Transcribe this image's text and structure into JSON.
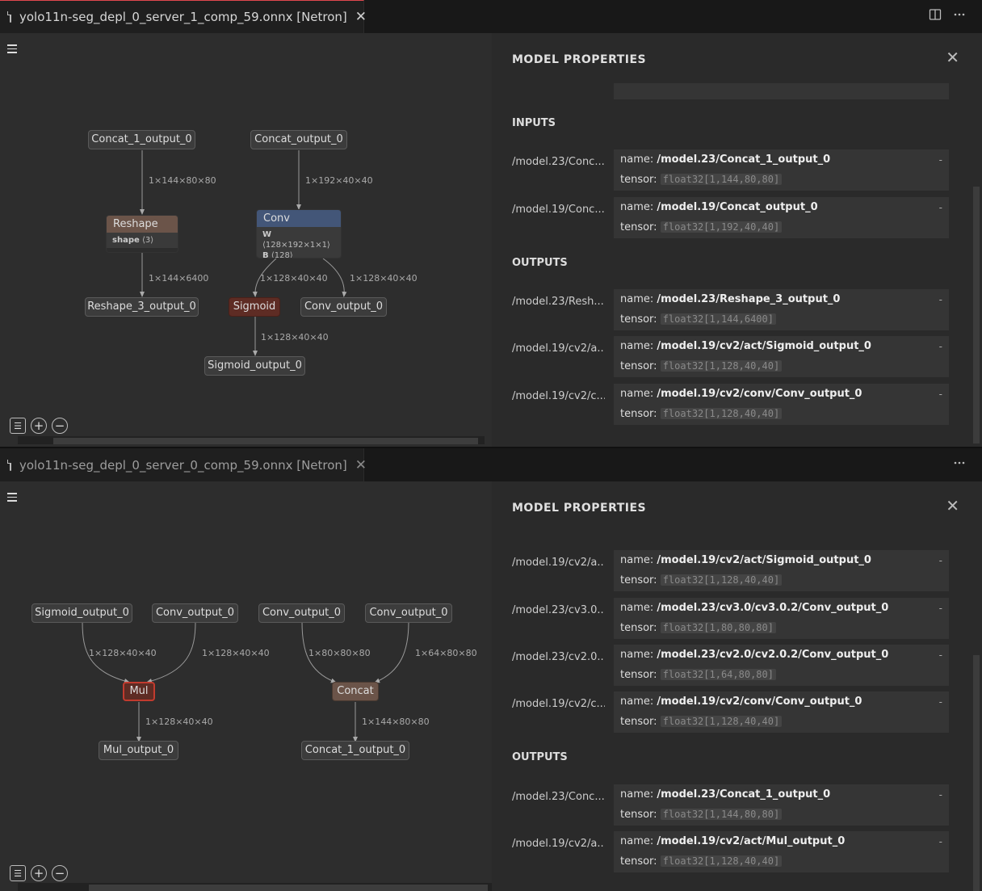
{
  "top": {
    "tab_title": "yolo11n-seg_depl_0_server_1_comp_59.onnx [Netron]",
    "tab_close": "✕",
    "graph": {
      "nodes": {
        "concat1_out": "Concat_1_output_0",
        "concat_out": "Concat_output_0",
        "reshape3_out": "Reshape_3_output_0",
        "sigmoid": "Sigmoid",
        "conv_out": "Conv_output_0",
        "sigmoid_out": "Sigmoid_output_0"
      },
      "reshape": {
        "title": "Reshape",
        "attr_key": "shape",
        "attr_val": "⟨3⟩"
      },
      "conv": {
        "title": "Conv",
        "w_key": "W",
        "w_val": "⟨128×192×1×1⟩",
        "b_key": "B",
        "b_val": "⟨128⟩"
      },
      "edges": {
        "e1": "1×144×80×80",
        "e2": "1×192×40×40",
        "e3": "1×144×6400",
        "e4": "1×128×40×40",
        "e5": "1×128×40×40",
        "e6": "1×128×40×40"
      },
      "colors": {
        "reshape": "#6b5449",
        "conv": "#435678",
        "sigmoid": "#5e2c24"
      }
    },
    "props": {
      "title": "MODEL PROPERTIES",
      "inputs_label": "INPUTS",
      "outputs_label": "OUTPUTS",
      "inputs": [
        {
          "short": "/model.23/Conc...",
          "name": "/model.23/Concat_1_output_0",
          "tensor": "float32[1,144,80,80]"
        },
        {
          "short": "/model.19/Conc...",
          "name": "/model.19/Concat_output_0",
          "tensor": "float32[1,192,40,40]"
        }
      ],
      "outputs": [
        {
          "short": "/model.23/Resh...",
          "name": "/model.23/Reshape_3_output_0",
          "tensor": "float32[1,144,6400]"
        },
        {
          "short": "/model.19/cv2/a...",
          "name": "/model.19/cv2/act/Sigmoid_output_0",
          "tensor": "float32[1,128,40,40]"
        },
        {
          "short": "/model.19/cv2/c...",
          "name": "/model.19/cv2/conv/Conv_output_0",
          "tensor": "float32[1,128,40,40]"
        }
      ]
    }
  },
  "bottom": {
    "tab_title": "yolo11n-seg_depl_0_server_0_comp_59.onnx [Netron]",
    "tab_close": "✕",
    "graph": {
      "nodes": {
        "sigmoid_out": "Sigmoid_output_0",
        "conv_out_a": "Conv_output_0",
        "conv_out_b": "Conv_output_0",
        "conv_out_c": "Conv_output_0",
        "mul": "Mul",
        "concat": "Concat",
        "mul_out": "Mul_output_0",
        "concat1_out": "Concat_1_output_0"
      },
      "edges": {
        "e1": "1×128×40×40",
        "e2": "1×128×40×40",
        "e3": "1×80×80×80",
        "e4": "1×64×80×80",
        "e5": "1×128×40×40",
        "e6": "1×144×80×80"
      },
      "colors": {
        "mul": "#5e2c24",
        "mul_border": "#c23b2e",
        "concat": "#6b5449"
      }
    },
    "props": {
      "title": "MODEL PROPERTIES",
      "outputs_label": "OUTPUTS",
      "inputs": [
        {
          "short": "/model.19/cv2/a...",
          "name": "/model.19/cv2/act/Sigmoid_output_0",
          "tensor": "float32[1,128,40,40]"
        },
        {
          "short": "/model.23/cv3.0...",
          "name": "/model.23/cv3.0/cv3.0.2/Conv_output_0",
          "tensor": "float32[1,80,80,80]"
        },
        {
          "short": "/model.23/cv2.0...",
          "name": "/model.23/cv2.0/cv2.0.2/Conv_output_0",
          "tensor": "float32[1,64,80,80]"
        },
        {
          "short": "/model.19/cv2/c...",
          "name": "/model.19/cv2/conv/Conv_output_0",
          "tensor": "float32[1,128,40,40]"
        }
      ],
      "outputs": [
        {
          "short": "/model.23/Conc...",
          "name": "/model.23/Concat_1_output_0",
          "tensor": "float32[1,144,80,80]"
        },
        {
          "short": "/model.19/cv2/a...",
          "name": "/model.19/cv2/act/Mul_output_0",
          "tensor": "float32[1,128,40,40]"
        }
      ]
    }
  },
  "common": {
    "name_key": "name:",
    "tensor_key": "tensor:",
    "dash": "-",
    "icons": [
      "file-icon",
      "split-editor-icon",
      "more-icon",
      "menu-icon",
      "list-icon",
      "zoom-in-icon",
      "zoom-out-icon",
      "close-icon"
    ]
  }
}
